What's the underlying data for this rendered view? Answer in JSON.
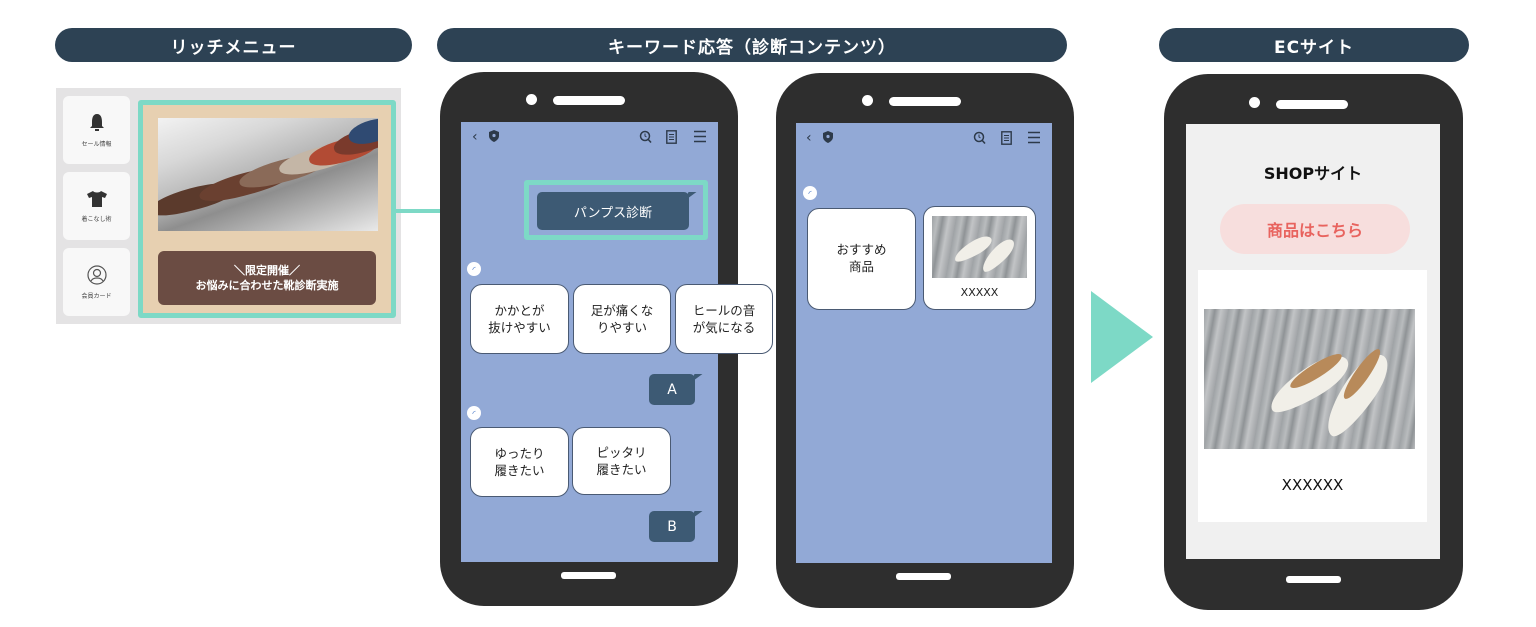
{
  "sections": {
    "rich_menu": {
      "title": "リッチメニュー"
    },
    "keyword_response": {
      "title": "キーワード応答（診断コンテンツ）"
    },
    "ec_site": {
      "title": "ECサイト"
    }
  },
  "rich_menu": {
    "side_buttons": [
      {
        "label": "セール情報",
        "icon": "bell-icon"
      },
      {
        "label": "着こなし術",
        "icon": "tshirt-icon"
      },
      {
        "label": "会員カード",
        "icon": "user-circle-icon"
      }
    ],
    "banner": {
      "line1": "＼限定開催／",
      "line2": "お悩みに合わせた靴診断実施"
    }
  },
  "chat1": {
    "header_icons": [
      "back-icon",
      "shield-icon",
      "search-icon",
      "note-icon",
      "menu-icon"
    ],
    "user_message": "パンプス診断",
    "question1_choices": [
      "かかとが\n抜けやすい",
      "足が痛くな\nりやすい",
      "ヒールの音\nが気になる"
    ],
    "answer1": "A",
    "question2_choices": [
      "ゆったり\n履きたい",
      "ピッタリ\n履きたい"
    ],
    "answer2": "B"
  },
  "chat2": {
    "card_label": "おすすめ\n商品",
    "product_name": "XXXXX"
  },
  "ec": {
    "site_title": "SHOPサイト",
    "cta_button": "商品はこちら",
    "product_name": "XXXXXX"
  },
  "colors": {
    "header_pill": "#2d4254",
    "accent_teal": "#7dd9c6",
    "chat_bg": "#92a9d6",
    "user_bubble": "#3d5a74",
    "cta_bg": "#f7dedd",
    "cta_text": "#e8635e",
    "phone_body": "#2e2e2e"
  }
}
